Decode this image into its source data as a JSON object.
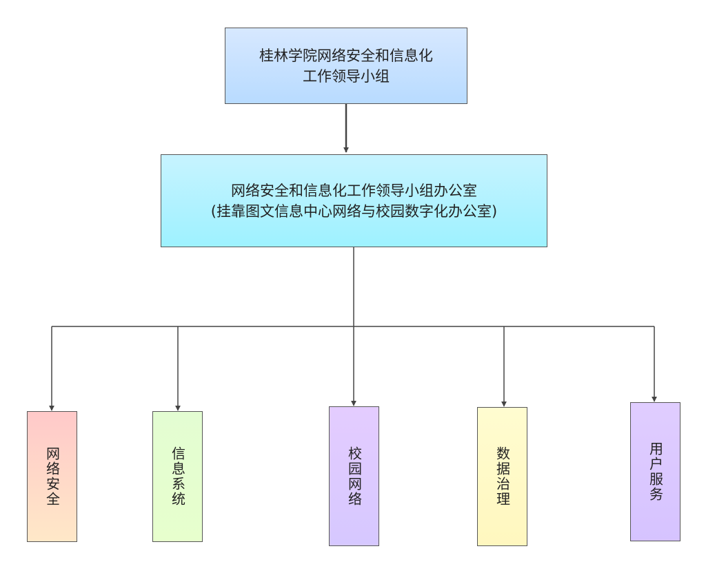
{
  "top_node": {
    "line1": "桂林学院网络安全和信息化",
    "line2": "工作领导小组",
    "fill_top": "#d7e8ff",
    "fill_bottom": "#b8dbff"
  },
  "office_node": {
    "line1": "网络安全和信息化工作领导小组办公室",
    "line2": "(挂靠图文信息中心网络与校园数字化办公室)",
    "fill_top": "#c7f3ff",
    "fill_bottom": "#9ef2ff"
  },
  "leaf_nodes": [
    {
      "label": "网络安全",
      "fill_top": "#ffc9c9",
      "fill_bottom": "#ffe8c8"
    },
    {
      "label": "信息系统",
      "fill_top": "#e3fdd2",
      "fill_bottom": "#e7ffcd"
    },
    {
      "label": "校园网络",
      "fill_top": "#e4ccff",
      "fill_bottom": "#d6c8ff"
    },
    {
      "label": "数据治理",
      "fill_top": "#fffcd0",
      "fill_bottom": "#fff7bf"
    },
    {
      "label": "用户服务",
      "fill_top": "#e0cdff",
      "fill_bottom": "#d6c3ff"
    }
  ],
  "connector_color": "#444444"
}
